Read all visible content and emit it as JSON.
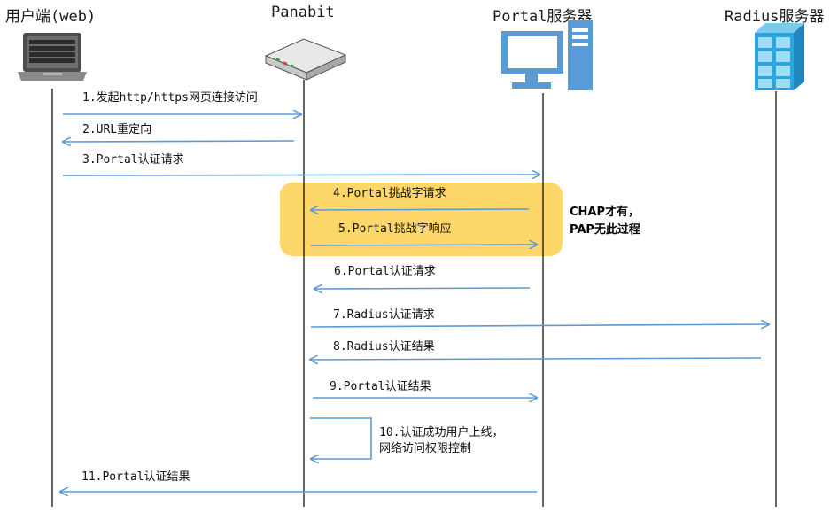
{
  "actors": [
    {
      "id": "client",
      "label": "用户端(web)",
      "icon": "laptop-icon"
    },
    {
      "id": "panabit",
      "label": "Panabit",
      "icon": "router-appliance-icon"
    },
    {
      "id": "portal",
      "label": "Portal服务器",
      "icon": "desktop-computer-icon"
    },
    {
      "id": "radius",
      "label": "Radius服务器",
      "icon": "server-building-icon"
    }
  ],
  "messages": [
    {
      "label": "1.发起http/https网页连接访问",
      "from": "client",
      "to": "panabit"
    },
    {
      "label": "2.URL重定向",
      "from": "panabit",
      "to": "client"
    },
    {
      "label": "3.Portal认证请求",
      "from": "client",
      "to": "portal"
    },
    {
      "label": "4.Portal挑战字请求",
      "from": "portal",
      "to": "panabit"
    },
    {
      "label": "5.Portal挑战字响应",
      "from": "panabit",
      "to": "portal"
    },
    {
      "label": "6.Portal认证请求",
      "from": "portal",
      "to": "panabit"
    },
    {
      "label": "7.Radius认证请求",
      "from": "panabit",
      "to": "radius"
    },
    {
      "label": "8.Radius认证结果",
      "from": "radius",
      "to": "panabit"
    },
    {
      "label": "9.Portal认证结果",
      "from": "panabit",
      "to": "portal"
    },
    {
      "label_lines": [
        "10.认证成功用户上线，",
        "网络访问权限控制"
      ],
      "from": "panabit",
      "to": "panabit"
    },
    {
      "label": "11.Portal认证结果",
      "from": "portal",
      "to": "client"
    }
  ],
  "note": {
    "lines": [
      "CHAP才有，",
      "PAP无此过程"
    ]
  },
  "colors": {
    "arrow": "#5b9bd5",
    "lifeline": "#000000",
    "highlight": "#fdd76a",
    "portal_icon": "#5b9bd5",
    "radius_icon": "#2ca4e0"
  }
}
